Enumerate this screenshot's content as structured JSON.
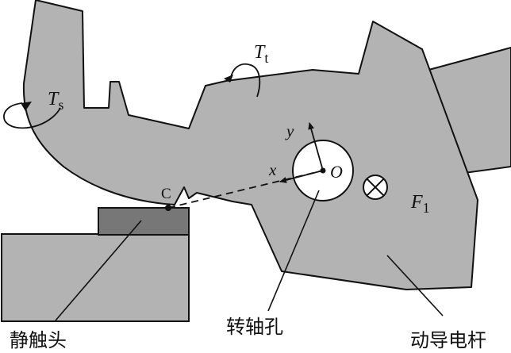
{
  "colors": {
    "body_fill": "#b3b3b3",
    "contact_fill": "#777777",
    "outline": "#111111",
    "background": "#ffffff",
    "hole_fill": "#ffffff"
  },
  "labels": {
    "static_contact": "静触头",
    "pivot_hole": "转轴孔",
    "moving_rod": "动导电杆",
    "point_c": "C",
    "origin": "O",
    "axis_x": "x",
    "axis_y": "y",
    "torque_t": "T",
    "torque_t_sub": "t",
    "torque_s": "T",
    "torque_s_sub": "s",
    "force": "F",
    "force_sub": "1"
  },
  "icons": {
    "current_into_page": "circle-cross-icon",
    "rotation_arrows": "curved-arrow-icon"
  }
}
